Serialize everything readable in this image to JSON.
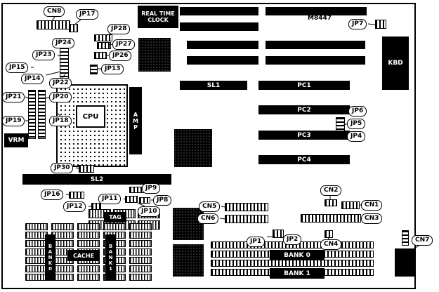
{
  "board": {
    "model_text": "M8447"
  },
  "labels": {
    "cn8": "CN8",
    "jp17": "JP17",
    "jp28": "JP28",
    "jp27": "JP27",
    "jp26": "JP26",
    "jp13": "JP13",
    "jp24": "JP24",
    "jp23": "JP23",
    "jp15": "JP15",
    "jp14": "JP14",
    "jp22": "JP22",
    "jp21": "JP21",
    "jp20": "JP20",
    "jp19": "JP19",
    "jp18": "JP18",
    "jp30": "JP30",
    "jp16": "JP16",
    "jp12": "JP12",
    "jp11": "JP11",
    "jp9": "JP9",
    "jp8": "JP8",
    "jp10": "JP10",
    "cn5": "CN5",
    "cn6": "CN6",
    "cn2": "CN2",
    "cn1": "CN1",
    "cn3": "CN3",
    "jp1": "JP1",
    "jp2": "JP2",
    "cn4": "CN4",
    "cn7": "CN7",
    "jp7": "JP7",
    "jp6": "JP6",
    "jp5": "JP5",
    "jp4": "JP4"
  },
  "components": {
    "rtc_line1": "REAL TIME",
    "rtc_line2": "CLOCK",
    "kbd": "KBD",
    "vrm": "VRM",
    "amp": "AMP",
    "cpu": "CPU",
    "sl1": "SL1",
    "sl2": "SL2",
    "pc1": "PC1",
    "pc2": "PC2",
    "pc3": "PC3",
    "pc4": "PC4",
    "tag": "TAG",
    "cache_bank0": "BANK0",
    "cache": "CACHE",
    "cache_bank1": "BANK1",
    "simm_bank0": "BANK 0",
    "simm_bank1": "BANK 1"
  }
}
